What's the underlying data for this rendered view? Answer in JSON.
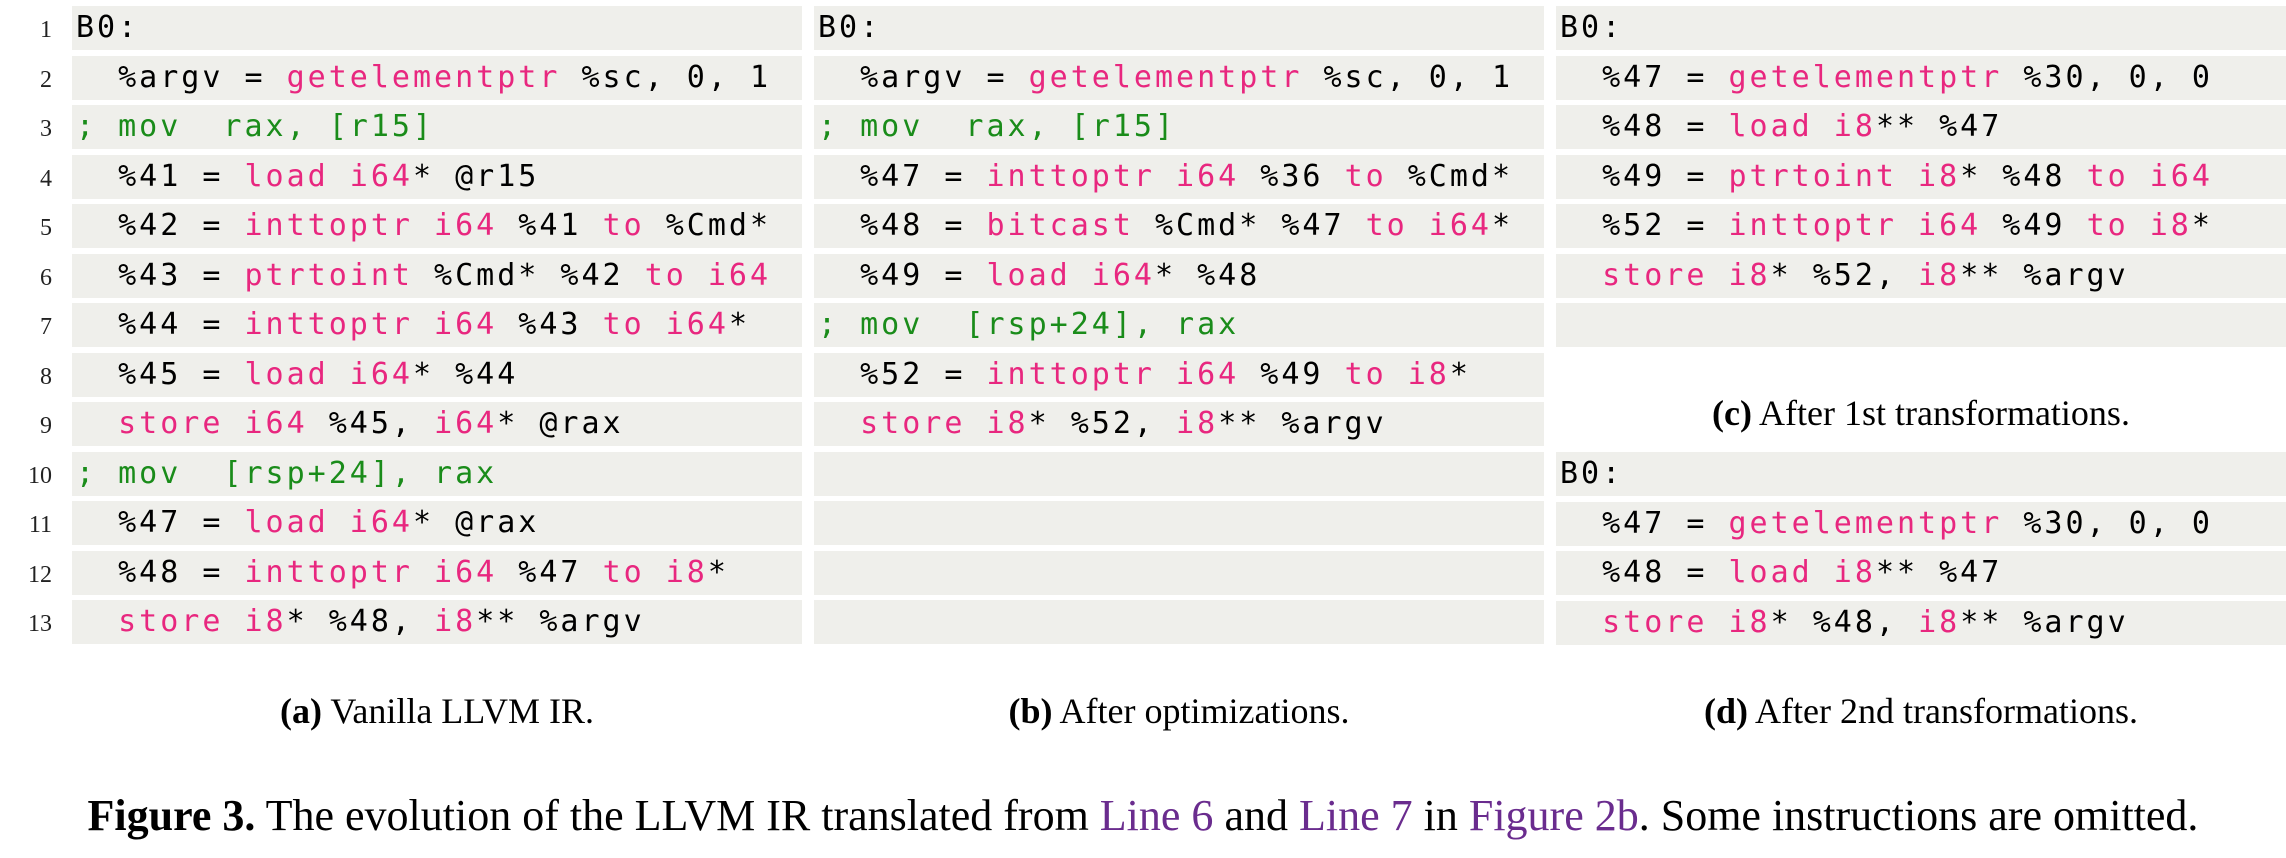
{
  "line_numbers": [
    "1",
    "2",
    "3",
    "4",
    "5",
    "6",
    "7",
    "8",
    "9",
    "10",
    "11",
    "12",
    "13"
  ],
  "panel_a": {
    "rows": [
      [
        {
          "t": "t",
          "s": "B0:"
        }
      ],
      [
        {
          "t": "t",
          "s": "  %argv = "
        },
        {
          "t": "k",
          "s": "getelementptr"
        },
        {
          "t": "t",
          "s": " %sc, 0, 1"
        }
      ],
      [
        {
          "t": "c",
          "s": "; mov  rax, [r15]"
        }
      ],
      [
        {
          "t": "t",
          "s": "  %41 = "
        },
        {
          "t": "k",
          "s": "load i64"
        },
        {
          "t": "t",
          "s": "* @r15"
        }
      ],
      [
        {
          "t": "t",
          "s": "  %42 = "
        },
        {
          "t": "k",
          "s": "inttoptr i64"
        },
        {
          "t": "t",
          "s": " %41 "
        },
        {
          "t": "k",
          "s": "to"
        },
        {
          "t": "t",
          "s": " %Cmd*"
        }
      ],
      [
        {
          "t": "t",
          "s": "  %43 = "
        },
        {
          "t": "k",
          "s": "ptrtoint"
        },
        {
          "t": "t",
          "s": " %Cmd* %42 "
        },
        {
          "t": "k",
          "s": "to i64"
        }
      ],
      [
        {
          "t": "t",
          "s": "  %44 = "
        },
        {
          "t": "k",
          "s": "inttoptr i64"
        },
        {
          "t": "t",
          "s": " %43 "
        },
        {
          "t": "k",
          "s": "to i64"
        },
        {
          "t": "t",
          "s": "*"
        }
      ],
      [
        {
          "t": "t",
          "s": "  %45 = "
        },
        {
          "t": "k",
          "s": "load i64"
        },
        {
          "t": "t",
          "s": "* %44"
        }
      ],
      [
        {
          "t": "t",
          "s": "  "
        },
        {
          "t": "k",
          "s": "store i64"
        },
        {
          "t": "t",
          "s": " %45, "
        },
        {
          "t": "k",
          "s": "i64"
        },
        {
          "t": "t",
          "s": "* @rax"
        }
      ],
      [
        {
          "t": "c",
          "s": "; mov  [rsp+24], rax"
        }
      ],
      [
        {
          "t": "t",
          "s": "  %47 = "
        },
        {
          "t": "k",
          "s": "load i64"
        },
        {
          "t": "t",
          "s": "* @rax"
        }
      ],
      [
        {
          "t": "t",
          "s": "  %48 = "
        },
        {
          "t": "k",
          "s": "inttoptr i64"
        },
        {
          "t": "t",
          "s": " %47 "
        },
        {
          "t": "k",
          "s": "to i8"
        },
        {
          "t": "t",
          "s": "*"
        }
      ],
      [
        {
          "t": "t",
          "s": "  "
        },
        {
          "t": "k",
          "s": "store i8"
        },
        {
          "t": "t",
          "s": "* %48, "
        },
        {
          "t": "k",
          "s": "i8"
        },
        {
          "t": "t",
          "s": "** %argv"
        }
      ]
    ],
    "caption_label": "(a)",
    "caption_text": " Vanilla LLVM IR."
  },
  "panel_b": {
    "rows": [
      [
        {
          "t": "t",
          "s": "B0:"
        }
      ],
      [
        {
          "t": "t",
          "s": "  %argv = "
        },
        {
          "t": "k",
          "s": "getelementptr"
        },
        {
          "t": "t",
          "s": " %sc, 0, 1"
        }
      ],
      [
        {
          "t": "c",
          "s": "; mov  rax, [r15]"
        }
      ],
      [
        {
          "t": "t",
          "s": "  %47 = "
        },
        {
          "t": "k",
          "s": "inttoptr i64"
        },
        {
          "t": "t",
          "s": " %36 "
        },
        {
          "t": "k",
          "s": "to"
        },
        {
          "t": "t",
          "s": " %Cmd*"
        }
      ],
      [
        {
          "t": "t",
          "s": "  %48 = "
        },
        {
          "t": "k",
          "s": "bitcast"
        },
        {
          "t": "t",
          "s": " %Cmd* %47 "
        },
        {
          "t": "k",
          "s": "to i64"
        },
        {
          "t": "t",
          "s": "*"
        }
      ],
      [
        {
          "t": "t",
          "s": "  %49 = "
        },
        {
          "t": "k",
          "s": "load i64"
        },
        {
          "t": "t",
          "s": "* %48"
        }
      ],
      [
        {
          "t": "c",
          "s": "; mov  [rsp+24], rax"
        }
      ],
      [
        {
          "t": "t",
          "s": "  %52 = "
        },
        {
          "t": "k",
          "s": "inttoptr i64"
        },
        {
          "t": "t",
          "s": " %49 "
        },
        {
          "t": "k",
          "s": "to i8"
        },
        {
          "t": "t",
          "s": "*"
        }
      ],
      [
        {
          "t": "t",
          "s": "  "
        },
        {
          "t": "k",
          "s": "store i8"
        },
        {
          "t": "t",
          "s": "* %52, "
        },
        {
          "t": "k",
          "s": "i8"
        },
        {
          "t": "t",
          "s": "** %argv"
        }
      ],
      [],
      [],
      [],
      []
    ],
    "caption_label": "(b)",
    "caption_text": " After optimizations."
  },
  "panel_c": {
    "rows": [
      [
        {
          "t": "t",
          "s": "B0:"
        }
      ],
      [
        {
          "t": "t",
          "s": "  %47 = "
        },
        {
          "t": "k",
          "s": "getelementptr"
        },
        {
          "t": "t",
          "s": " %30, 0, 0"
        }
      ],
      [
        {
          "t": "t",
          "s": "  %48 = "
        },
        {
          "t": "k",
          "s": "load i8"
        },
        {
          "t": "t",
          "s": "** %47"
        }
      ],
      [
        {
          "t": "t",
          "s": "  %49 = "
        },
        {
          "t": "k",
          "s": "ptrtoint i8"
        },
        {
          "t": "t",
          "s": "* %48 "
        },
        {
          "t": "k",
          "s": "to i64"
        }
      ],
      [
        {
          "t": "t",
          "s": "  %52 = "
        },
        {
          "t": "k",
          "s": "inttoptr i64"
        },
        {
          "t": "t",
          "s": " %49 "
        },
        {
          "t": "k",
          "s": "to i8"
        },
        {
          "t": "t",
          "s": "*"
        }
      ],
      [
        {
          "t": "t",
          "s": "  "
        },
        {
          "t": "k",
          "s": "store i8"
        },
        {
          "t": "t",
          "s": "* %52, "
        },
        {
          "t": "k",
          "s": "i8"
        },
        {
          "t": "t",
          "s": "** %argv"
        }
      ],
      []
    ],
    "caption_label": "(c)",
    "caption_text": " After 1st transformations."
  },
  "panel_d": {
    "rows": [
      [
        {
          "t": "t",
          "s": "B0:"
        }
      ],
      [
        {
          "t": "t",
          "s": "  %47 = "
        },
        {
          "t": "k",
          "s": "getelementptr"
        },
        {
          "t": "t",
          "s": " %30, 0, 0"
        }
      ],
      [
        {
          "t": "t",
          "s": "  %48 = "
        },
        {
          "t": "k",
          "s": "load i8"
        },
        {
          "t": "t",
          "s": "** %47"
        }
      ],
      [
        {
          "t": "t",
          "s": "  "
        },
        {
          "t": "k",
          "s": "store i8"
        },
        {
          "t": "t",
          "s": "* %48, "
        },
        {
          "t": "k",
          "s": "i8"
        },
        {
          "t": "t",
          "s": "** %argv"
        }
      ]
    ],
    "caption_label": "(d)",
    "caption_text": " After 2nd transformations."
  },
  "figure_caption": {
    "label": "Figure 3.",
    "text_1": " The evolution of the LLVM IR translated from ",
    "ref_1": "Line 6",
    "text_2": " and ",
    "ref_2": "Line 7",
    "text_3": " in ",
    "ref_3": "Figure 2b",
    "text_4": ". Some instructions are omitted."
  },
  "colors": {
    "keyword": "#e8277f",
    "comment": "#1a8c1a",
    "reference": "#6a2c8e",
    "row_background": "#efefeb"
  }
}
